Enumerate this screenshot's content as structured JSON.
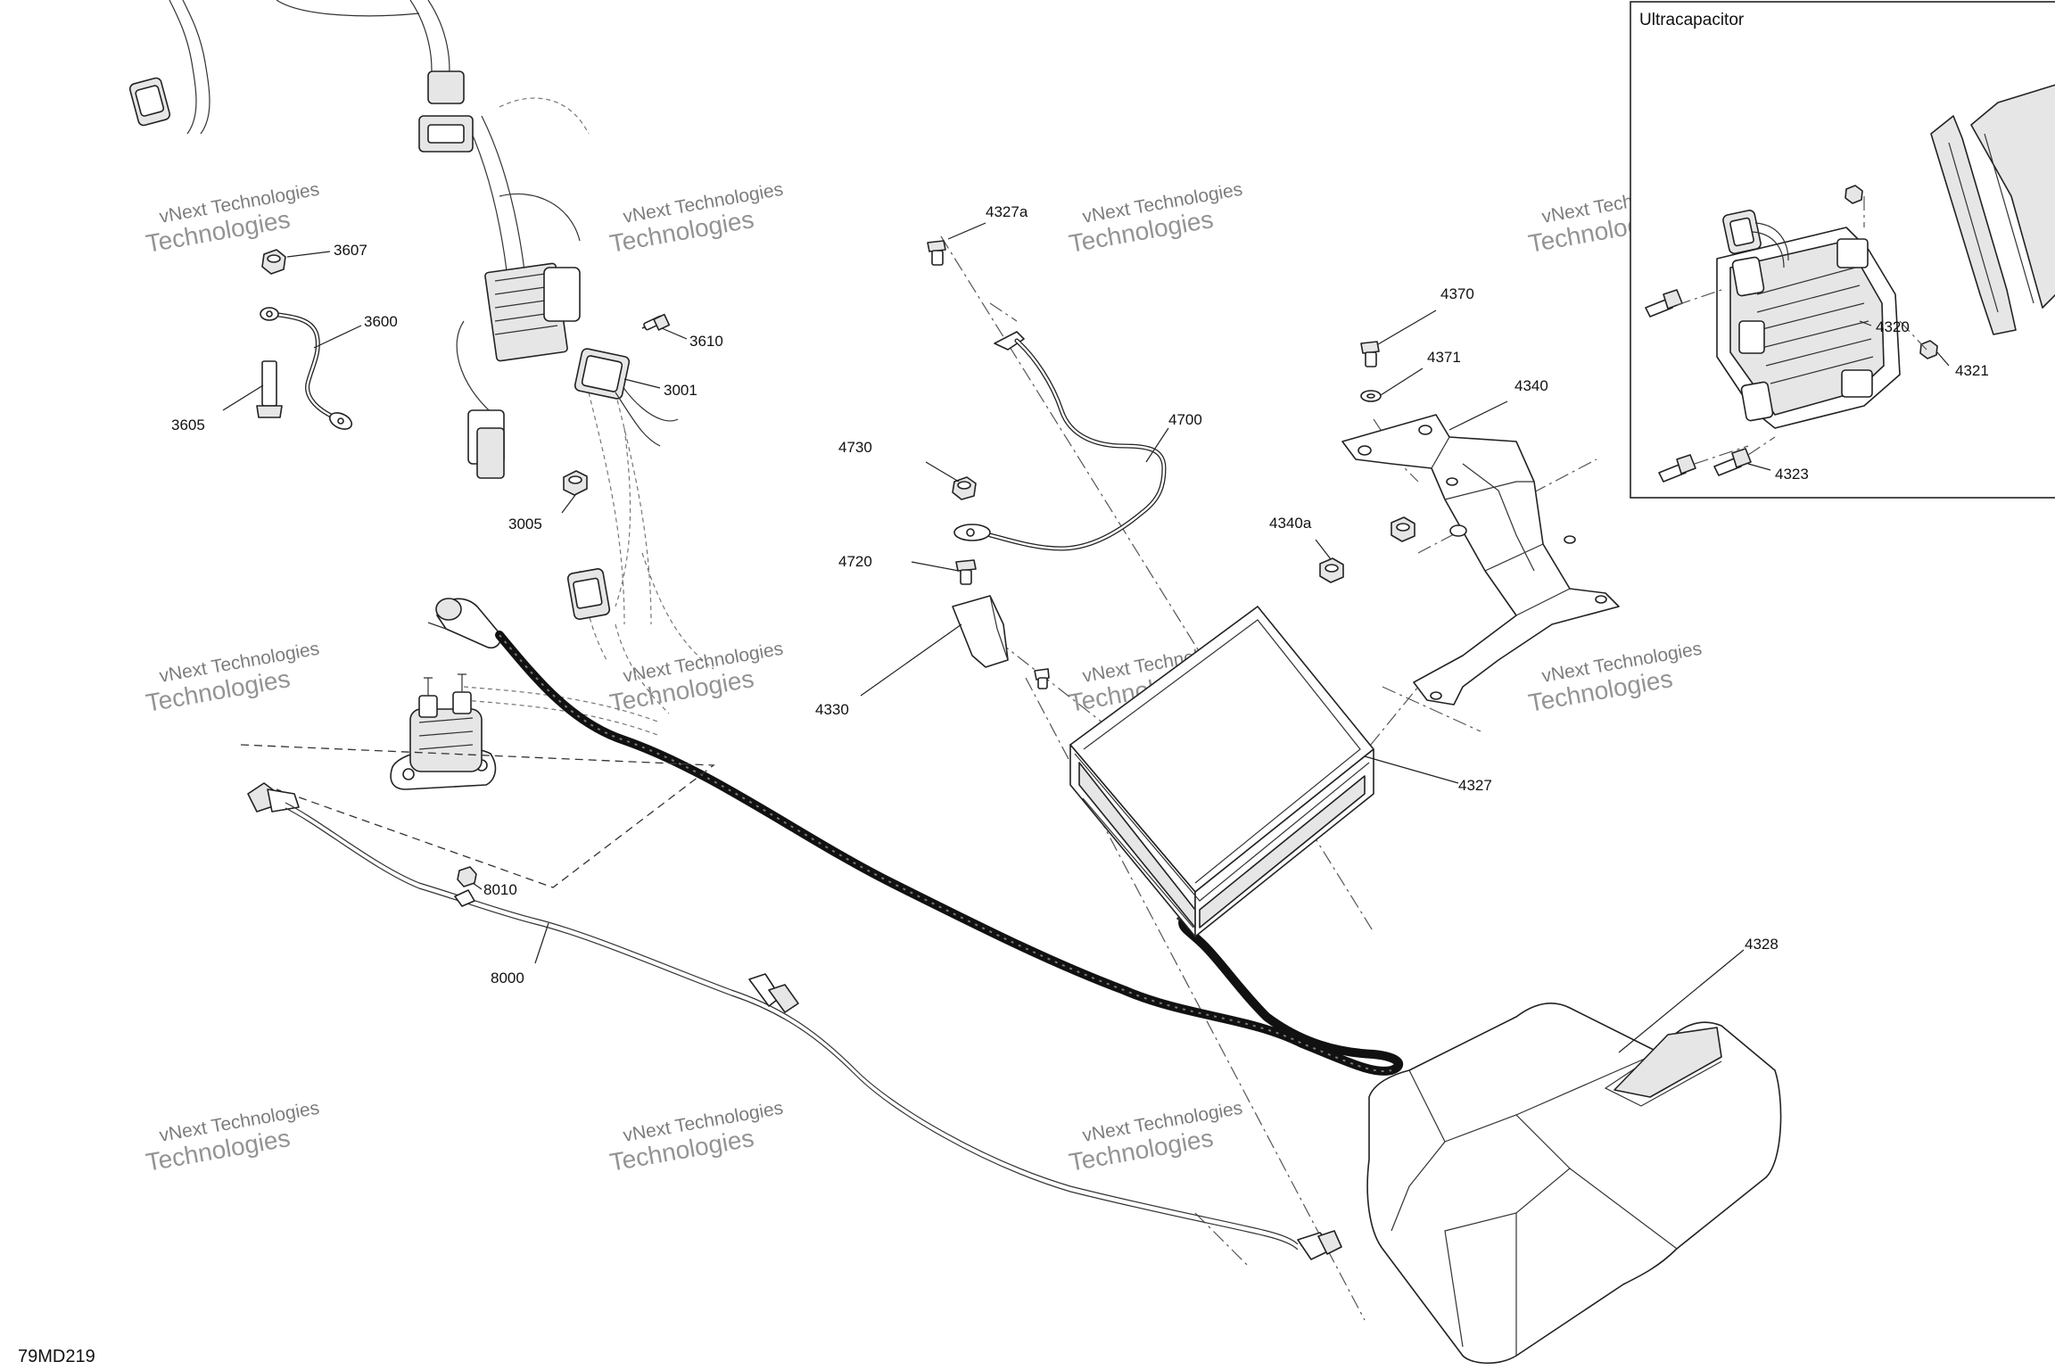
{
  "diagram_code": "79MD219",
  "inset": {
    "title": "Ultracapacitor"
  },
  "watermark": {
    "line1": "vNext Technologies",
    "line2": "Technologies"
  },
  "callouts": {
    "c3607": "3607",
    "c3600": "3600",
    "c3605": "3605",
    "c3610": "3610",
    "c3001": "3001",
    "c3005": "3005",
    "c4327a": "4327a",
    "c4700": "4700",
    "c4730": "4730",
    "c4720": "4720",
    "c4330": "4330",
    "c4370": "4370",
    "c4371": "4371",
    "c4340": "4340",
    "c4340a": "4340a",
    "c4327": "4327",
    "c4328": "4328",
    "c4320": "4320",
    "c4321": "4321",
    "c4323": "4323",
    "c8010": "8010",
    "c8000": "8000"
  }
}
